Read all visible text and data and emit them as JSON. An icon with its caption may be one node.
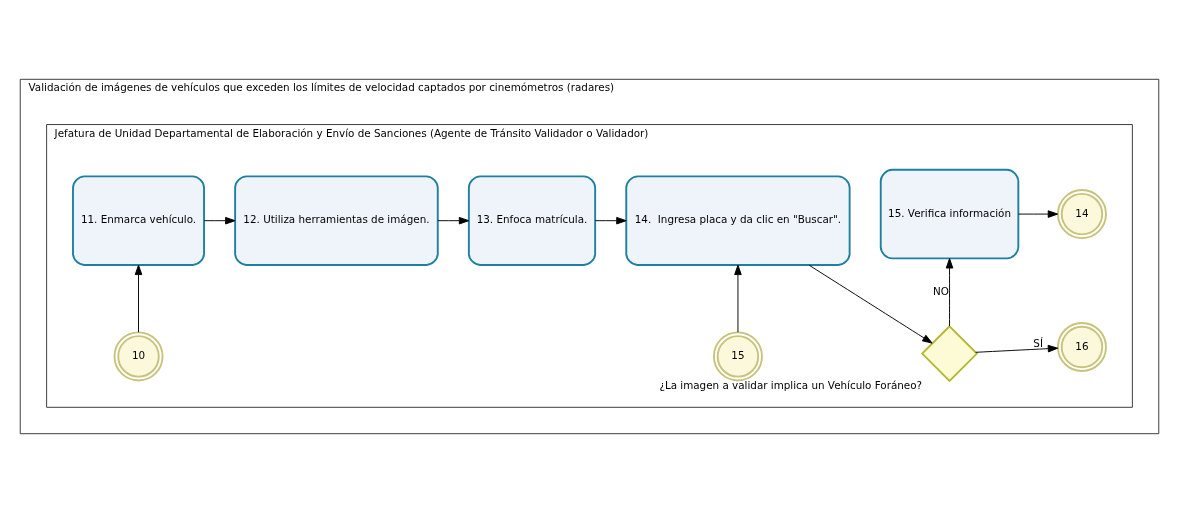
{
  "diagram": {
    "nodes": [
      {
        "text": [
          "Validación de imágenes de vehículos que exceden los límites de velocidad captados por cinemómetros (radares)"
        ]
      },
      {
        "text": [
          "Jefatura de Unidad Departamental de Elaboración y Envío de Sanciones (Agente de Tránsito Validador o Validador)"
        ],
        "in": 0
      },
      {
        "text": [
          "10"
        ],
        "in": 1
      },
      {
        "text": [
          "11. Enmarca vehículo."
        ],
        "in": 1
      },
      {
        "text": [
          "12. Utiliza herramientas de imágen."
        ],
        "in": 1
      },
      {
        "text": [
          "13. Enfoca matrícula."
        ],
        "in": 1
      },
      {
        "text": [
          "15"
        ],
        "in": 1
      },
      {
        "text": [
          "14.  Ingresa placa y da clic en \"Buscar\"."
        ],
        "in": 1
      },
      {
        "text": [],
        "shape": "diamond",
        "beside": [
          "¿La imagen a validar implica un Vehículo Foráneo?"
        ],
        "in": 1
      },
      {
        "text": [
          "16"
        ],
        "in": 1
      },
      {
        "text": [
          "15. Verifica información"
        ],
        "in": 1
      },
      {
        "text": [
          "14"
        ],
        "in": 1
      }
    ],
    "edges": [
      {
        "from": 2,
        "to": 3,
        "arrow": "to"
      },
      {
        "from": 3,
        "to": 4,
        "arrow": "to"
      },
      {
        "from": 4,
        "to": 5,
        "arrow": "to"
      },
      {
        "from": 5,
        "to": 7,
        "arrow": "to"
      },
      {
        "from": 6,
        "to": 7,
        "arrow": "to"
      },
      {
        "from": 7,
        "to": 8,
        "arrow": "to"
      },
      {
        "from": 8,
        "to": 9,
        "arrow": "to",
        "label": "SÍ"
      },
      {
        "from": 8,
        "to": 10,
        "arrow": "to",
        "label": "NO"
      },
      {
        "from": 10,
        "to": 11,
        "arrow": "to"
      }
    ]
  }
}
